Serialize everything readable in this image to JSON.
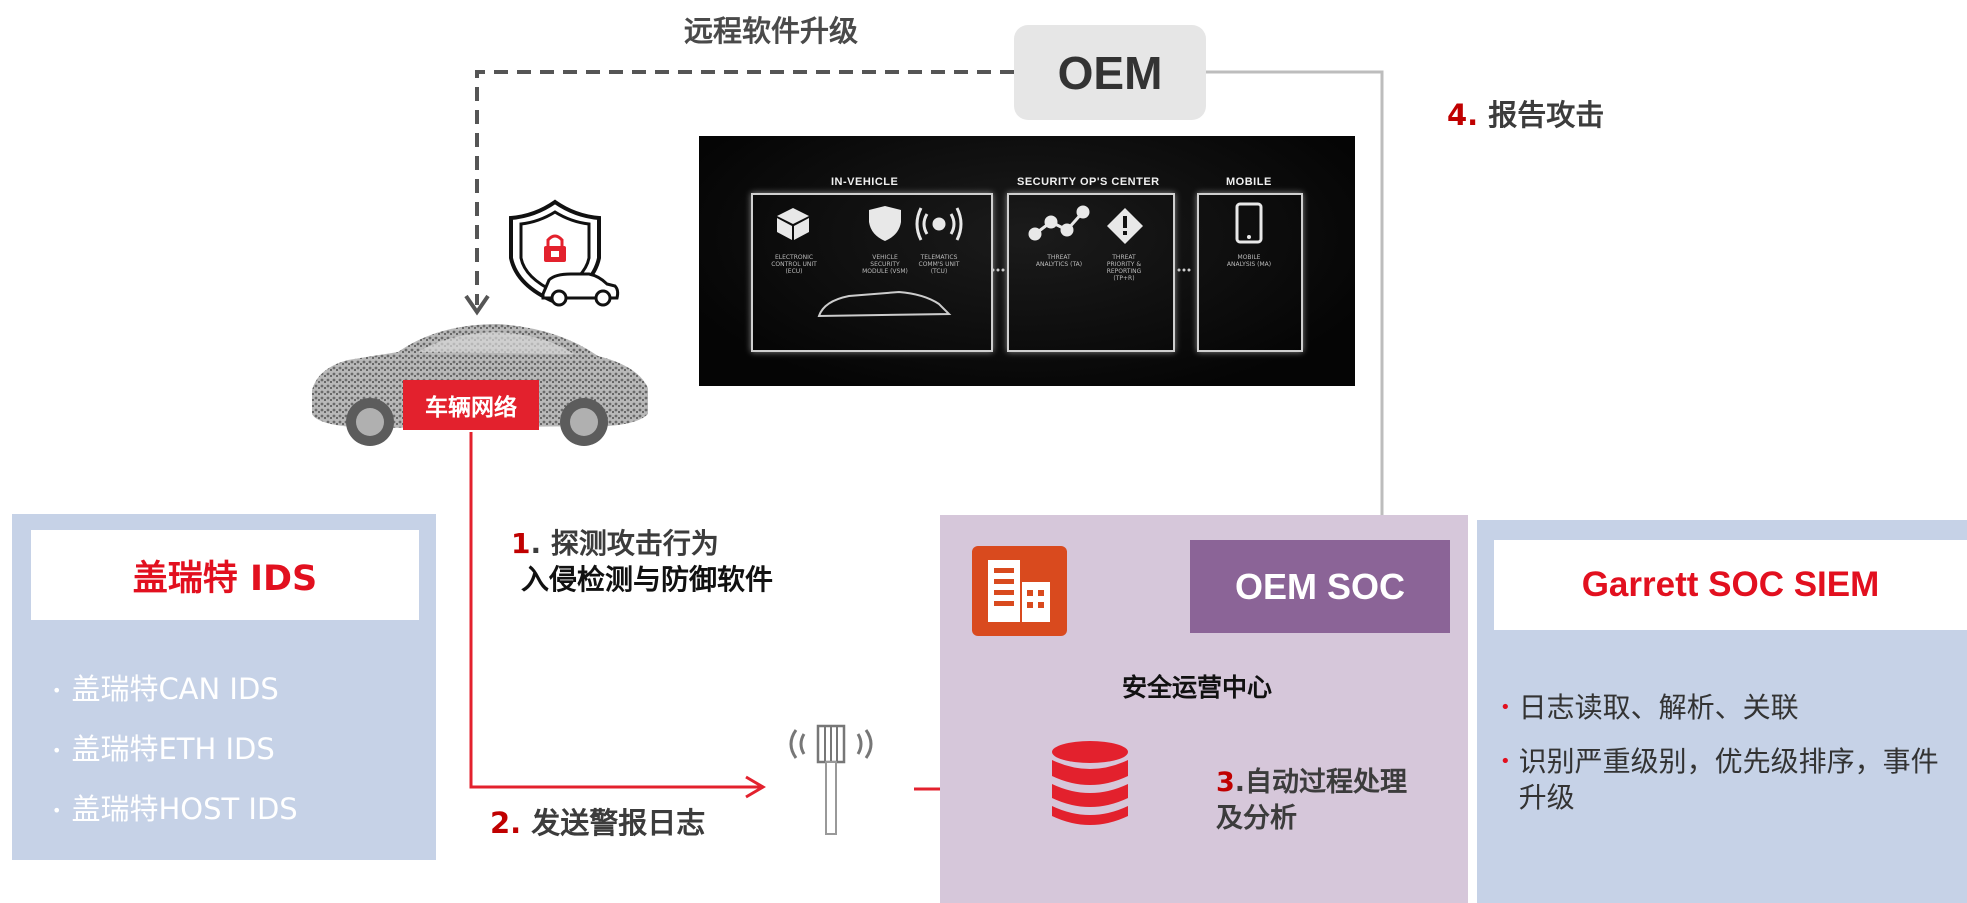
{
  "top": {
    "oem_label": "OEM",
    "ota_label": "远程软件升级",
    "report_num": "4.",
    "report_text": " 报告攻击"
  },
  "dark_image": {
    "sections": [
      "IN-VEHICLE",
      "SECURITY OP'S CENTER",
      "MOBILE"
    ],
    "in_vehicle_items": [
      "ELECTRONIC CONTROL UNIT (ECU)",
      "VEHICLE SECURITY MODULE (VSM)",
      "TELEMATICS COMM'S UNIT (TCU)"
    ],
    "soc_items": [
      "THREAT ANALYTICS (TA)",
      "THREAT PRIORITY & REPORTING (TP+R)"
    ],
    "mobile_items": [
      "MOBILE ANALYSIS (MA)"
    ]
  },
  "car": {
    "tag": "车辆网络"
  },
  "ids": {
    "title": "盖瑞特 IDS",
    "items": [
      "盖瑞特CAN IDS",
      "盖瑞特ETH IDS",
      "盖瑞特HOST IDS"
    ]
  },
  "steps": {
    "step1_num": "1",
    "step1_text": ". 探测攻击行为",
    "step1_sub": "入侵检测与防御软件",
    "step2_num": "2.",
    "step2_text": " 发送警报日志",
    "step3_num": "3",
    "step3_text": ".自动过程处理",
    "step3_sub": "及分析"
  },
  "soc": {
    "oem_soc": "OEM SOC",
    "center_label": "安全运营中心"
  },
  "siem": {
    "title": "Garrett SOC SIEM",
    "items": [
      "日志读取、解析、关联",
      "识别严重级别，优先级排序，事件升级"
    ]
  },
  "colors": {
    "accent_red": "#e3212d",
    "purple": "#8b6497",
    "panel_blue": "#c6d2e7",
    "soc_purple_bg": "#d6c7da"
  }
}
